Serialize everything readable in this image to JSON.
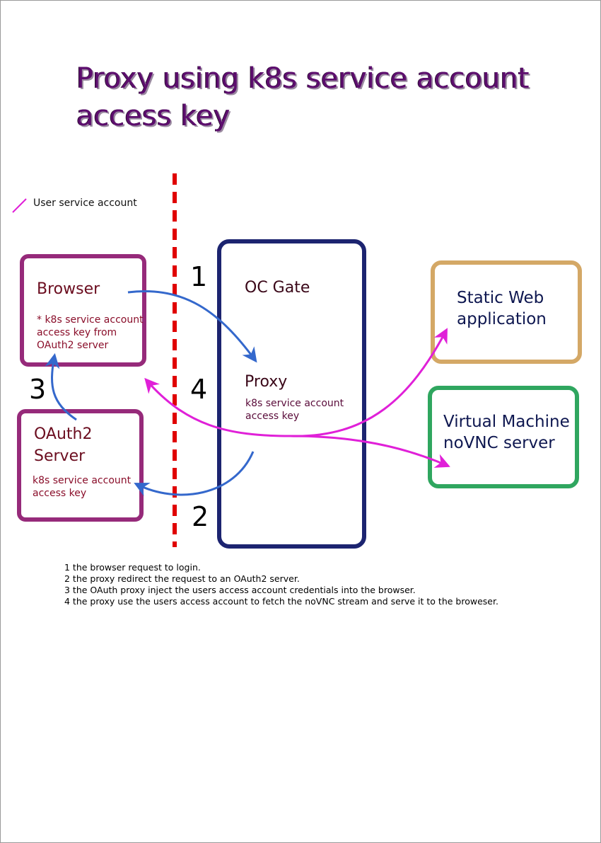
{
  "title": "Proxy using k8s service account access key",
  "legend": {
    "label": "User service account",
    "color": "#e020d8"
  },
  "steps": [
    "1",
    "2",
    "3",
    "4"
  ],
  "browser": {
    "title": "Browser",
    "note": [
      "* k8s service account",
      "access key from",
      "OAuth2 server"
    ]
  },
  "oauth": {
    "title": [
      "OAuth2",
      "Server"
    ],
    "note": [
      "k8s service account",
      "access key"
    ]
  },
  "gate": {
    "title": "OC Gate"
  },
  "proxy": {
    "title": "Proxy",
    "note": [
      "k8s service account",
      "access key"
    ]
  },
  "static_app": {
    "title": [
      "Static Web",
      "application"
    ]
  },
  "vm": {
    "title": [
      "Virtual Machine",
      "noVNC server"
    ]
  },
  "notes": [
    "1 the browser request to login.",
    "2 the proxy redirect the request to an OAuth2 server.",
    "3 the OAuth proxy inject the users access account credentials into the browser.",
    "4 the proxy use the users access account to fetch the noVNC stream and serve it to the broweser."
  ],
  "colors": {
    "purple_box": "#962a7a",
    "navy_box": "#1c2470",
    "tan_box": "#d4a866",
    "green_box": "#2fa65f",
    "boundary": "#e00000",
    "flow_blue": "#3468cc",
    "flow_magenta": "#e020d8"
  }
}
